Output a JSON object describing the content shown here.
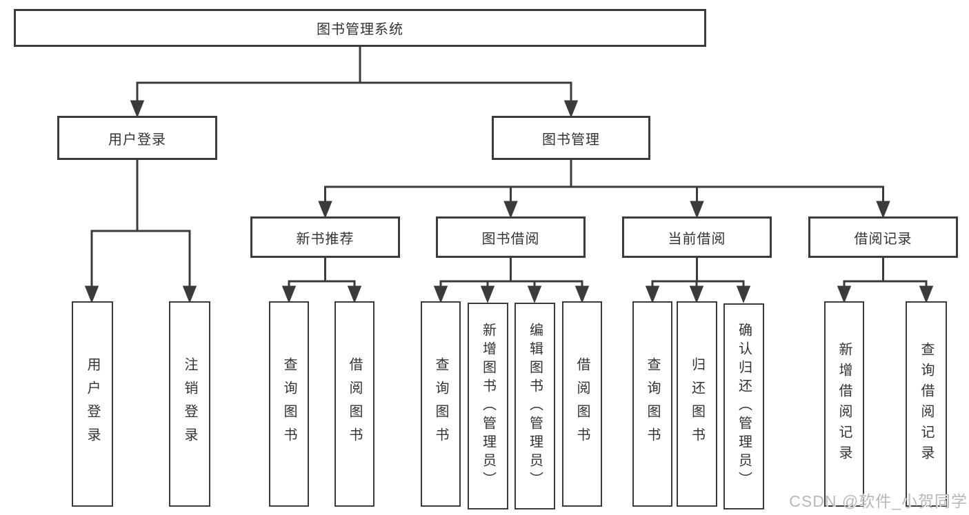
{
  "tree": {
    "root": {
      "label": "图书管理系统",
      "children": [
        {
          "label": "用户登录",
          "children": [
            {
              "label": "用户登录"
            },
            {
              "label": "注销登录"
            }
          ]
        },
        {
          "label": "图书管理",
          "children": [
            {
              "label": "新书推荐",
              "children": [
                {
                  "label": "查询图书"
                },
                {
                  "label": "借阅图书"
                }
              ]
            },
            {
              "label": "图书借阅",
              "children": [
                {
                  "label": "查询图书"
                },
                {
                  "label": "新增图书（管理员）"
                },
                {
                  "label": "编辑图书（管理员）"
                },
                {
                  "label": "借阅图书"
                }
              ]
            },
            {
              "label": "当前借阅",
              "children": [
                {
                  "label": "查询图书"
                },
                {
                  "label": "归还图书"
                },
                {
                  "label": "确认归还（管理员）"
                }
              ]
            },
            {
              "label": "借阅记录",
              "children": [
                {
                  "label": "新增借阅记录"
                },
                {
                  "label": "查询借阅记录"
                }
              ]
            }
          ]
        }
      ]
    }
  },
  "watermark": {
    "text": "CSDN @软件_小贺同学"
  },
  "colors": {
    "line": "#3b3b3b",
    "box_border": "#3b3b3b",
    "text": "#333333",
    "background": "#ffffff",
    "watermark": "#b8b8b8"
  }
}
